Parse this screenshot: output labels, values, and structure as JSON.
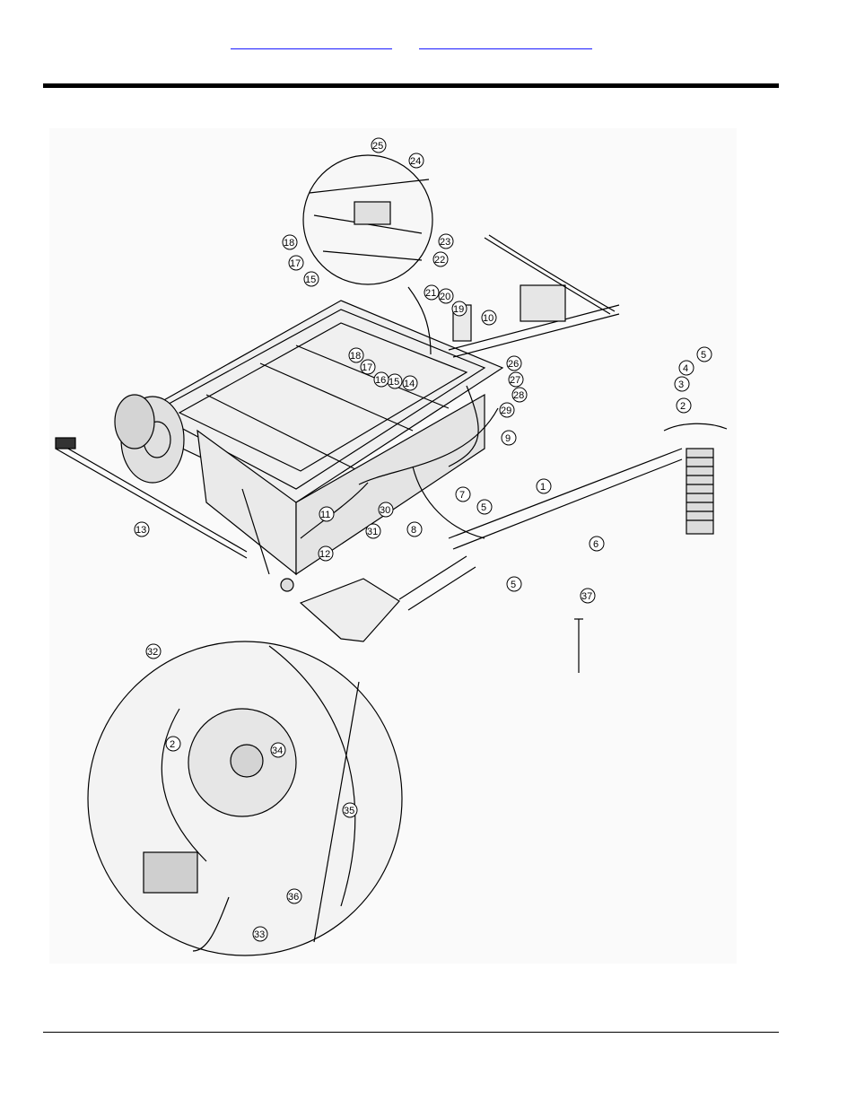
{
  "nav": {
    "link1": "",
    "link2": ""
  },
  "diagram": {
    "callouts": [
      "1",
      "2",
      "3",
      "4",
      "5",
      "5",
      "5",
      "6",
      "7",
      "8",
      "9",
      "10",
      "11",
      "12",
      "13",
      "14",
      "15",
      "16",
      "17",
      "18",
      "19",
      "20",
      "21",
      "22",
      "23",
      "24",
      "25",
      "26",
      "27",
      "28",
      "29",
      "30",
      "31"
    ],
    "inset_top_callouts": [
      "15",
      "17",
      "18",
      "22",
      "23",
      "24",
      "25"
    ],
    "inset_bottom_callouts": [
      "2",
      "32",
      "33",
      "34",
      "35",
      "36"
    ],
    "loose_part_callout": "37"
  }
}
